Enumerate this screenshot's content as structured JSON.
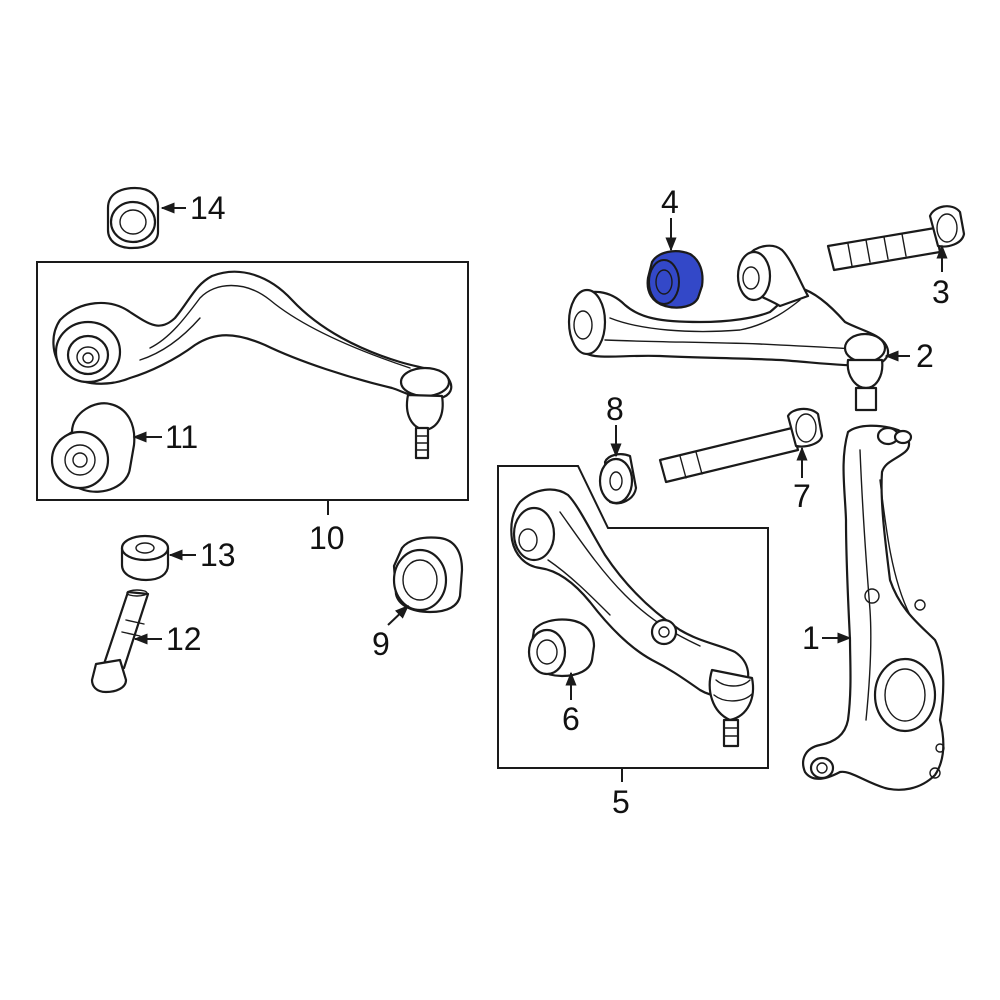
{
  "diagram": {
    "callouts": {
      "c1": "1",
      "c2": "2",
      "c3": "3",
      "c4": "4",
      "c5": "5",
      "c6": "6",
      "c7": "7",
      "c8": "8",
      "c9": "9",
      "c10": "10",
      "c11": "11",
      "c12": "12",
      "c13": "13",
      "c14": "14"
    },
    "highlight_part": "4",
    "colors": {
      "highlight": "#3348c8",
      "line": "#1a1a1a",
      "background": "#ffffff"
    }
  }
}
